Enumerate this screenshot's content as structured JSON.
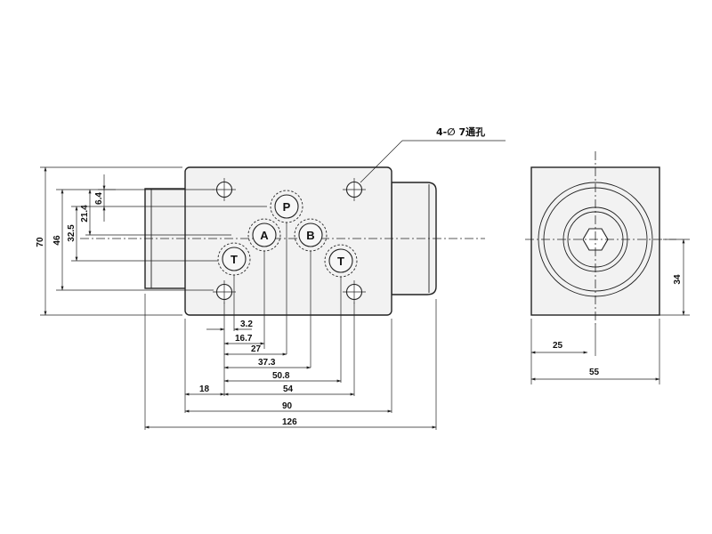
{
  "drawing": {
    "note_hole": "4-∅ 7通孔",
    "ports": {
      "p": "P",
      "a": "A",
      "b": "B",
      "t_left": "T",
      "t_right": "T"
    },
    "dims_vertical_left": {
      "d70": "70",
      "d46": "46",
      "d32_5": "32.5",
      "d21_4": "21.4",
      "d6_4": "6.4"
    },
    "dims_horizontal_bottom": {
      "d3_2": "3.2",
      "d16_7": "16.7",
      "d27": "27",
      "d37_3": "37.3",
      "d50_8": "50.8",
      "d54": "54",
      "d18": "18",
      "d90": "90",
      "d126": "126"
    },
    "side_view": {
      "d34": "34",
      "d25": "25",
      "d55": "55"
    }
  }
}
